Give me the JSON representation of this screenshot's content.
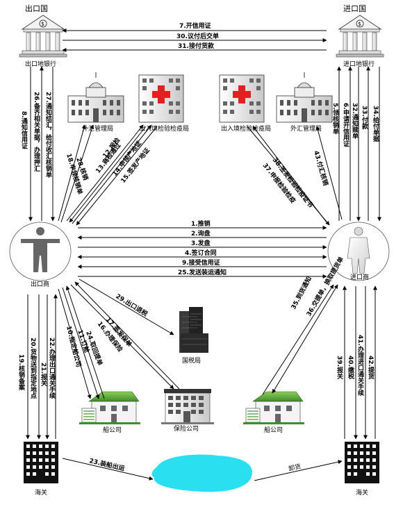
{
  "parties": {
    "export_country": "出口国",
    "import_country": "进口国",
    "export_bank": "出口地银行",
    "import_bank": "进口地银行",
    "exporter": "出口商",
    "importer": "进口商",
    "export_forex_bureau": "外汇管理局",
    "export_inspection_bureau": "出入境检验检疫局",
    "import_inspection_bureau": "出入境检验检疫局",
    "import_forex_bureau": "外汇管理局",
    "tax_bureau": "国税局",
    "export_shipping": "船公司",
    "insurance": "保险公司",
    "import_shipping": "船公司",
    "export_customs": "海关",
    "import_customs": "海关"
  },
  "steps": {
    "s1": "1.推销",
    "s2": "2.询盘",
    "s3": "3.发盘",
    "s4": "4.签订合同",
    "s5": "5.领核销单",
    "s6": "6.申请开信用证",
    "s7": "7.开信用证",
    "s8": "8.通知信用证",
    "s9": "9.接受信用证",
    "s10": "10.指定船公司",
    "s11": "11.订舱",
    "s12": "12.报检",
    "s13": "13.商检通过",
    "s14": "14.申领产地证",
    "s15": "15.签发产地证",
    "s16": "16.办理保险",
    "s17": "17.签发保单",
    "s18": "18.申领核销单",
    "s19": "19.核销备案",
    "s20": "20.货物送到指定地点",
    "s21": "21.报关",
    "s22": "22.办理出口通关手续",
    "s23": "23.装船出运",
    "s24": "24.取回提单",
    "s25": "25.发送装运通知",
    "s26": "26.备齐相关单据，办理押汇",
    "s27": "27.通知结汇，给付收汇核销单",
    "s28": "28.核销",
    "s29": "29.出口退税",
    "s30": "30.议付后交单",
    "s31": "31.接付货款",
    "s32": "32.通知赎单",
    "s33": "33.付款",
    "s34": "34.给付单据",
    "s35": "35.到货通知",
    "s36": "36.交提单，换取提货单",
    "s37": "37.申报检验检疫",
    "s38": "38.签发检验检疫证书",
    "s39": "39.报关",
    "s40": "40.缴税",
    "s41": "41.办理进口通关手续",
    "s42": "42.提货",
    "s43": "43.付汇核销",
    "unload": "卸货"
  }
}
